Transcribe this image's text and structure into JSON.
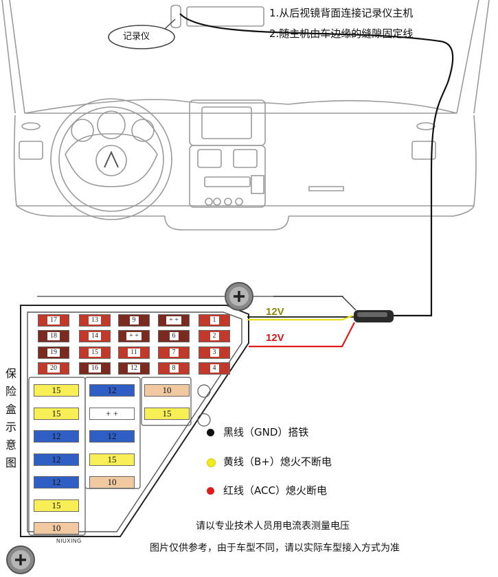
{
  "header_notes": [
    "1.从后视镜背面连接记录仪主机",
    "2.随主机由车边缘的缝隙固定线"
  ],
  "recorder_label": "记录仪",
  "voltage_labels": {
    "yellow": "12V",
    "red": "12V"
  },
  "fuse_box_label": [
    "保",
    "险",
    "盒",
    "示",
    "意",
    "图"
  ],
  "small_fuses": [
    {
      "label": "17",
      "color": "#c0392b"
    },
    {
      "label": "13",
      "color": "#c0392b"
    },
    {
      "label": "9",
      "color": "#7a2a1e"
    },
    {
      "label": "+ +",
      "color": "#7a2a1e"
    },
    {
      "label": "1",
      "color": "#c0392b"
    },
    {
      "label": "18",
      "color": "#7a2a1e"
    },
    {
      "label": "14",
      "color": "#c0392b"
    },
    {
      "label": "+ +",
      "color": "#7a2a1e"
    },
    {
      "label": "6",
      "color": "#7a2a1e"
    },
    {
      "label": "2",
      "color": "#c0392b"
    },
    {
      "label": "19",
      "color": "#7a2a1e"
    },
    {
      "label": "15",
      "color": "#c0392b"
    },
    {
      "label": "11",
      "color": "#c0392b"
    },
    {
      "label": "7",
      "color": "#c0392b"
    },
    {
      "label": "3",
      "color": "#c0392b"
    },
    {
      "label": "20",
      "color": "#c0392b"
    },
    {
      "label": "16",
      "color": "#7a2a1e"
    },
    {
      "label": "12",
      "color": "#7a2a1e"
    },
    {
      "label": "8",
      "color": "#c0392b"
    },
    {
      "label": "4",
      "color": "#c0392b"
    }
  ],
  "big_fuses_col1": [
    {
      "label": "15",
      "color": "#f7ef55"
    },
    {
      "label": "15",
      "color": "#f7ef55"
    },
    {
      "label": "12",
      "color": "#2f5fc4"
    },
    {
      "label": "12",
      "color": "#2f5fc4"
    },
    {
      "label": "12",
      "color": "#2f5fc4"
    },
    {
      "label": "15",
      "color": "#f7ef55"
    },
    {
      "label": "10",
      "color": "#f0c9a0"
    }
  ],
  "big_fuses_col2": [
    {
      "label": "12",
      "color": "#2f5fc4"
    },
    {
      "label": "+ +",
      "color": "#ffffff"
    },
    {
      "label": "12",
      "color": "#2f5fc4"
    },
    {
      "label": "15",
      "color": "#f7ef55"
    },
    {
      "label": "10",
      "color": "#f0c9a0"
    }
  ],
  "big_fuses_col3": [
    {
      "label": "10",
      "color": "#f0c9a0"
    },
    {
      "label": "15",
      "color": "#f7ef55"
    }
  ],
  "brand": "NIUXING",
  "legend": [
    {
      "text": "黑线（GND）搭铁",
      "color": "#111111"
    },
    {
      "text": "黄线（B+）熄火不断电",
      "color": "#f2e81c"
    },
    {
      "text": "红线（ACC）熄火断电",
      "color": "#e01b1b"
    }
  ],
  "footer_notes": [
    "请以专业技术人员用电流表测量电压",
    "图片仅供参考，由于车型不同，请以实际车型接入方式为准"
  ],
  "colors": {
    "wire_black": "#111111",
    "wire_yellow": "#e6dc1a",
    "wire_red": "#e01b1b",
    "voltage_yellow_text": "#8a8a10",
    "voltage_red_text": "#d4161b"
  }
}
